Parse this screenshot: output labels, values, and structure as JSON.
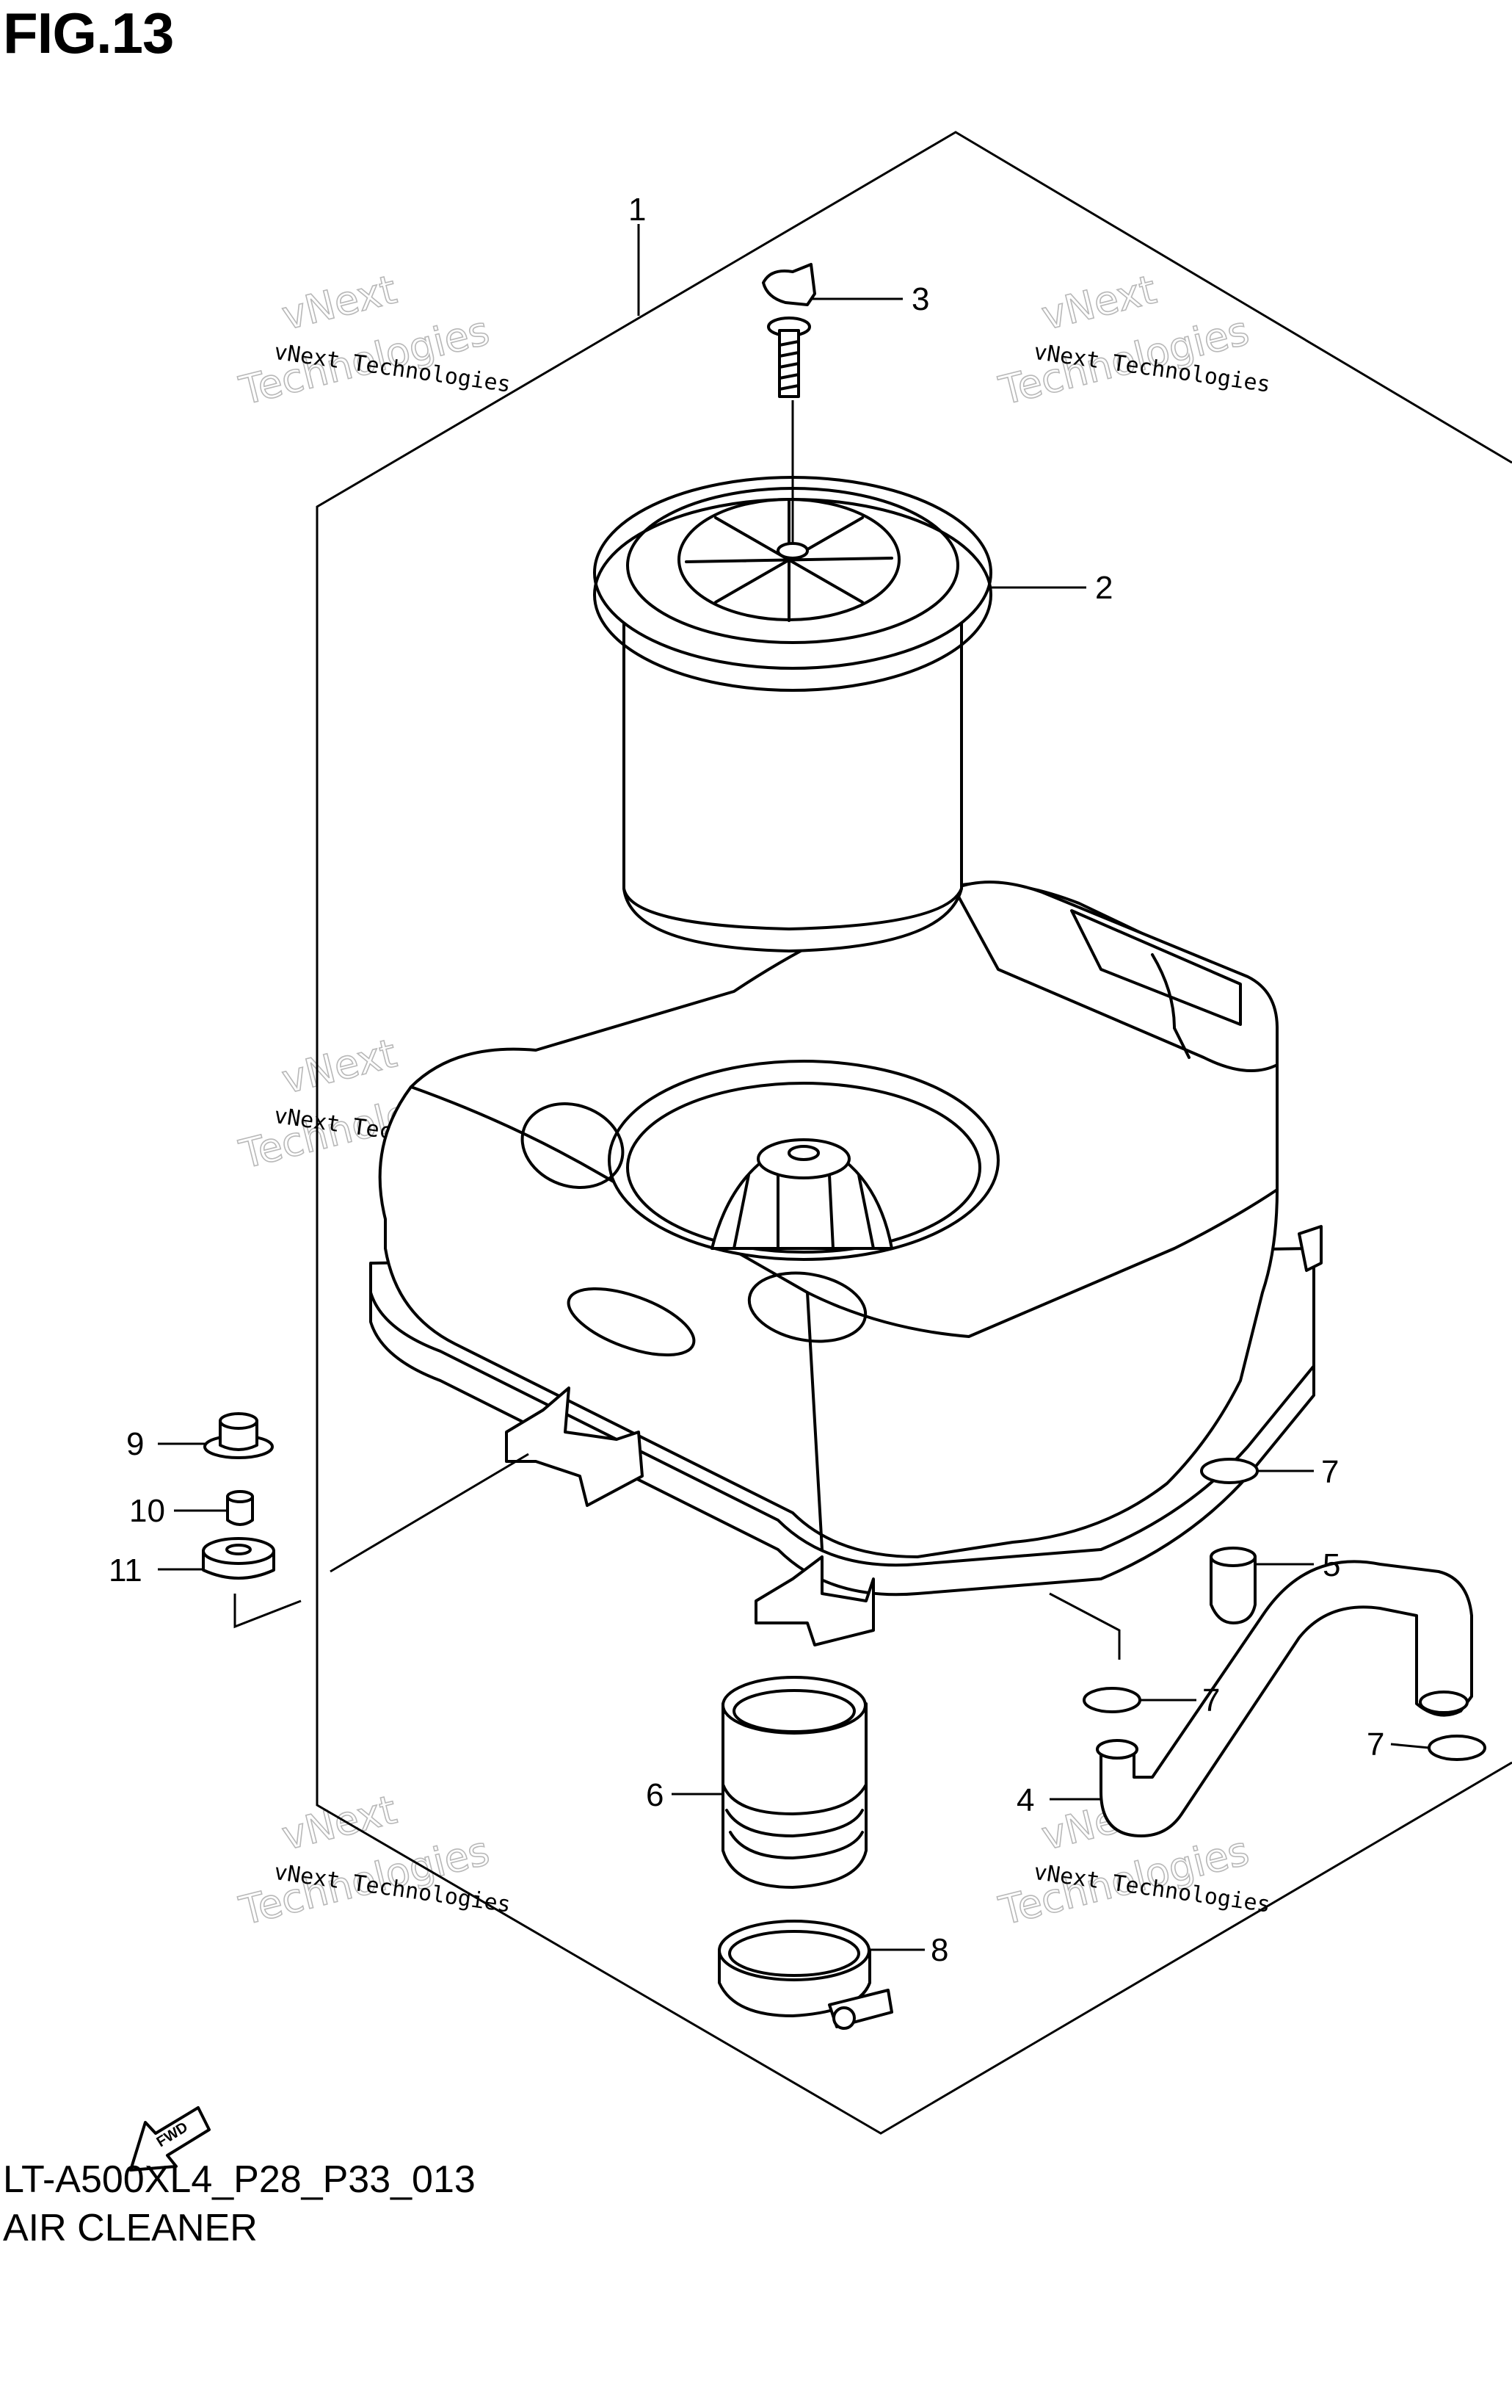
{
  "figure": {
    "title": "FIG.13",
    "code": "LT-A500XL4_P28_P33_013",
    "name": "AIR CLEANER"
  },
  "callouts": [
    "1",
    "2",
    "3",
    "4",
    "5",
    "6",
    "7",
    "7",
    "7",
    "8",
    "9",
    "10",
    "11"
  ],
  "watermark": {
    "line1": "vNext Technologies",
    "line2_top": "vNext",
    "line2_bottom": "Technologies"
  },
  "fwd_label": "FWD",
  "parts": [
    "air-cleaner-box",
    "filter-element",
    "wing-bolt",
    "breather-hose",
    "drain-cap",
    "outlet-tube",
    "hose-clip",
    "clamp",
    "bolt",
    "collar",
    "cushion"
  ]
}
